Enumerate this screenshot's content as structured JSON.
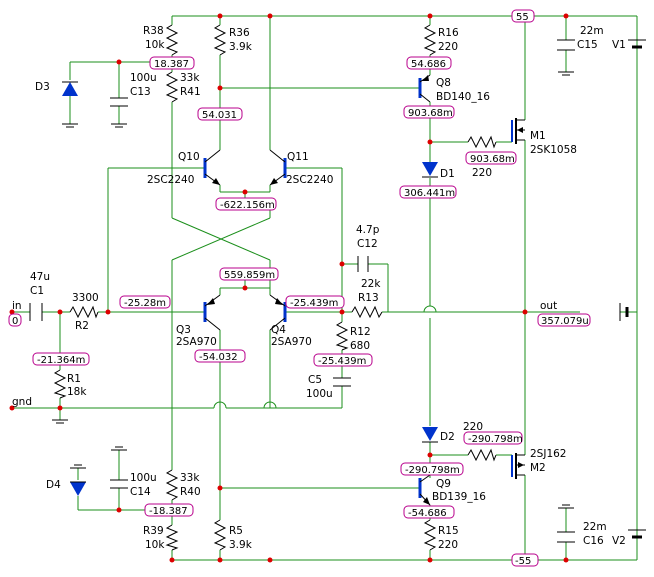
{
  "components": {
    "r38": {
      "name": "R38",
      "value": "10k"
    },
    "r36": {
      "name": "R36",
      "value": "3.9k"
    },
    "r16": {
      "name": "R16",
      "value": "220"
    },
    "r41": {
      "name": "R41",
      "value": "33k"
    },
    "c13": {
      "name": "C13",
      "value": "100u"
    },
    "d3": {
      "name": "D3"
    },
    "c15": {
      "name": "C15",
      "value": "22m"
    },
    "v1": {
      "name": "V1"
    },
    "q8": {
      "name": "Q8",
      "model": "BD140_16"
    },
    "m1": {
      "name": "M1",
      "model": "2SK1058"
    },
    "rg1": {
      "value": "220"
    },
    "d1": {
      "name": "D1"
    },
    "q10": {
      "name": "Q10",
      "model": "2SC2240"
    },
    "q11": {
      "name": "Q11",
      "model": "2SC2240"
    },
    "c12": {
      "name": "C12",
      "value": "4.7p"
    },
    "r13": {
      "name": "R13",
      "value": "22k"
    },
    "c1": {
      "name": "C1",
      "value": "47u"
    },
    "r2": {
      "name": "R2",
      "value": "3300"
    },
    "q3": {
      "name": "Q3",
      "model": "2SA970"
    },
    "q4": {
      "name": "Q4",
      "model": "2SA970"
    },
    "r12": {
      "name": "R12",
      "value": "680"
    },
    "c5": {
      "name": "C5",
      "value": "100u"
    },
    "r1": {
      "name": "R1",
      "value": "18k"
    },
    "d2": {
      "name": "D2"
    },
    "rg2": {
      "value": "220"
    },
    "m2": {
      "name": "M2",
      "model": "2SJ162"
    },
    "d4": {
      "name": "D4"
    },
    "c14": {
      "name": "C14",
      "value": "100u"
    },
    "r40": {
      "name": "R40",
      "value": "33k"
    },
    "q9": {
      "name": "Q9",
      "model": "BD139_16"
    },
    "r39": {
      "name": "R39",
      "value": "10k"
    },
    "r5": {
      "name": "R5",
      "value": "3.9k"
    },
    "r15": {
      "name": "R15",
      "value": "220"
    },
    "c16": {
      "name": "C16",
      "value": "22m"
    },
    "v2": {
      "name": "V2"
    }
  },
  "ports": {
    "in": "in",
    "gnd": "gnd",
    "out": "out"
  },
  "nodes": {
    "vpos": "55",
    "vneg": "-55",
    "n1": "18.387",
    "n2": "54.686",
    "n3": "54.031",
    "n4": "903.68m",
    "n5": "903.68m",
    "n6": "306.441m",
    "n7": "-622.156m",
    "n8": "559.859m",
    "n9": "0",
    "n10": "-25.28m",
    "n11": "-25.439m",
    "n12": "357.079u",
    "n13": "-54.032",
    "n14": "-25.439m",
    "n15": "-21.364m",
    "n16": "-290.798m",
    "n17": "-290.798m",
    "n18": "-18.387",
    "n19": "-54.686",
    "n20": "-55"
  }
}
